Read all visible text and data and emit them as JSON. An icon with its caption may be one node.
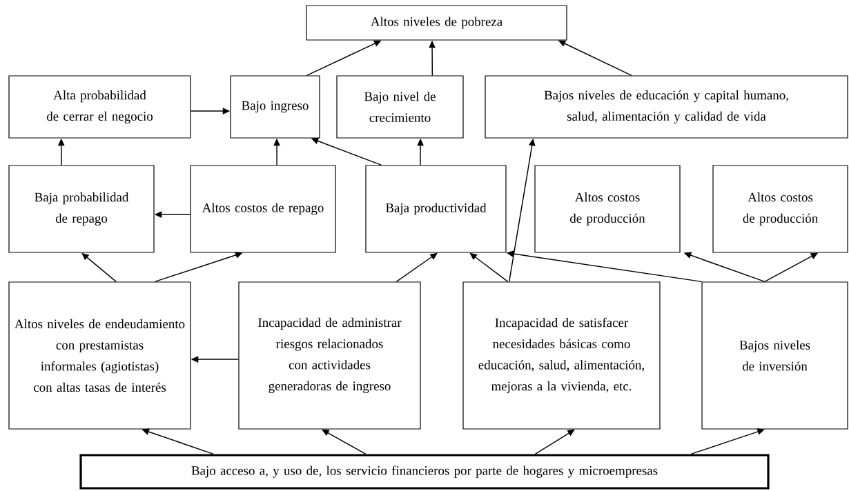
{
  "diagram": {
    "nodes": [
      {
        "text": [
          "Altos niveles de pobreza"
        ]
      },
      {
        "text": [
          "Alta probabilidad de cerrar el negocio"
        ]
      },
      {
        "text": [
          "Bajo ingreso"
        ]
      },
      {
        "text": [
          "Bajo nivel de crecimiento"
        ]
      },
      {
        "text": [
          "Bajos niveles de educación y capital humano, salud, alimentación y calidad de vida"
        ]
      },
      {
        "text": [
          "Baja probabilidad de repago"
        ]
      },
      {
        "text": [
          "Altos costos de repago"
        ]
      },
      {
        "text": [
          "Baja productividad"
        ]
      },
      {
        "text": [
          "Altos costos de producción"
        ]
      },
      {
        "text": [
          "Altos costos de producción"
        ]
      },
      {
        "text": [
          "Altos niveles de endeudamiento con prestamistas informales (agiotistas) con altas tasas de interés"
        ]
      },
      {
        "text": [
          "Incapacidad de administrar riesgos relacionados con actividades generadoras de ingreso"
        ]
      },
      {
        "text": [
          "Incapacidad de satisfacer necesidades básicas como educación, salud, alimentación, mejoras a la vivienda, etc."
        ]
      },
      {
        "text": [
          "Bajos niveles de inversión"
        ]
      },
      {
        "text": [
          "Bajo acceso a, y uso de, los servicio financieros por parte de hogares y microempresas"
        ]
      }
    ],
    "edges": [
      {
        "from": 2,
        "to": 0,
        "arrow": "to"
      },
      {
        "from": 3,
        "to": 0,
        "arrow": "to"
      },
      {
        "from": 4,
        "to": 0,
        "arrow": "to"
      },
      {
        "from": 1,
        "to": 2,
        "arrow": "to"
      },
      {
        "from": 5,
        "to": 1,
        "arrow": "to"
      },
      {
        "from": 6,
        "to": 2,
        "arrow": "to"
      },
      {
        "from": 7,
        "to": 2,
        "arrow": "to"
      },
      {
        "from": 7,
        "to": 3,
        "arrow": "to"
      },
      {
        "from": 6,
        "to": 5,
        "arrow": "to"
      },
      {
        "from": 10,
        "to": 5,
        "arrow": "to"
      },
      {
        "from": 10,
        "to": 6,
        "arrow": "to"
      },
      {
        "from": 11,
        "to": 7,
        "arrow": "to"
      },
      {
        "from": 12,
        "to": 7,
        "arrow": "to"
      },
      {
        "from": 12,
        "to": 4,
        "arrow": "to"
      },
      {
        "from": 13,
        "to": 7,
        "arrow": "to"
      },
      {
        "from": 13,
        "to": 8,
        "arrow": "to"
      },
      {
        "from": 13,
        "to": 9,
        "arrow": "to"
      },
      {
        "from": 11,
        "to": 10,
        "arrow": "to"
      },
      {
        "from": 14,
        "to": 10,
        "arrow": "to"
      },
      {
        "from": 14,
        "to": 11,
        "arrow": "to"
      },
      {
        "from": 14,
        "to": 12,
        "arrow": "to"
      },
      {
        "from": 14,
        "to": 13,
        "arrow": "to"
      }
    ]
  }
}
